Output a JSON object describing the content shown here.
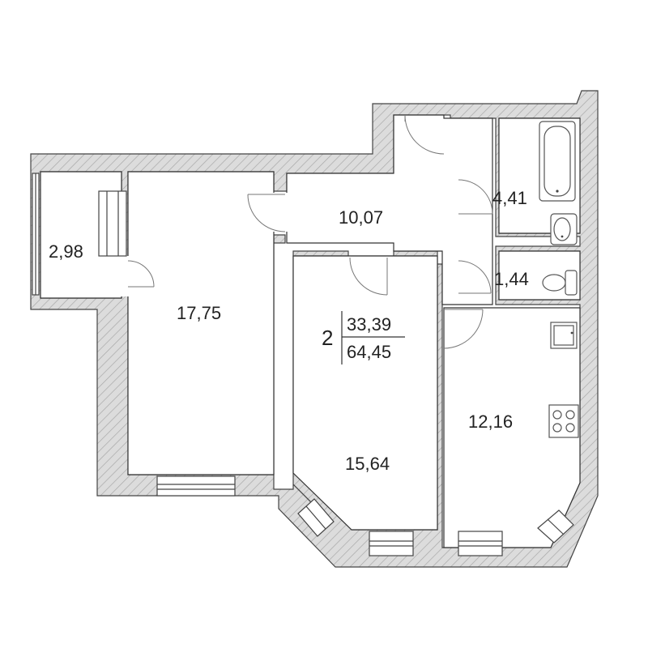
{
  "plan": {
    "rooms_count": "2",
    "living_area": "33,39",
    "total_area": "64,45",
    "rooms": [
      {
        "id": "balcony",
        "area": "2,98"
      },
      {
        "id": "bedroom",
        "area": "17,75"
      },
      {
        "id": "hallway",
        "area": "10,07"
      },
      {
        "id": "living-room",
        "area": "15,64"
      },
      {
        "id": "bathroom",
        "area": "4,41"
      },
      {
        "id": "toilet",
        "area": "1,44"
      },
      {
        "id": "kitchen",
        "area": "12,16"
      }
    ]
  },
  "colors": {
    "wall_fill": "#d9d9d9",
    "hatch": "#9a9a9a",
    "line": "#333333"
  }
}
